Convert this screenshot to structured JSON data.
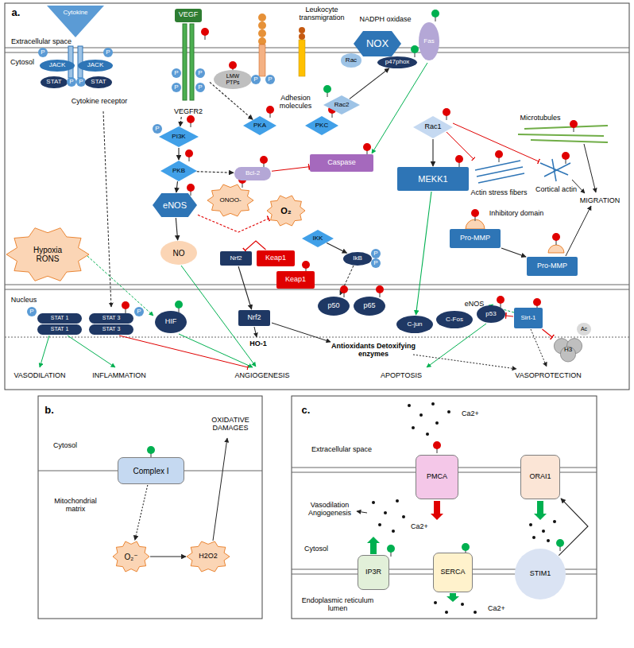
{
  "diagram": {
    "nodes": [
      {
        "text": [
          "Cytokine"
        ]
      },
      {
        "text": [
          "P"
        ]
      },
      {
        "text": [
          "P"
        ]
      },
      {
        "text": [
          "JACK"
        ]
      },
      {
        "text": [
          "JACK"
        ]
      },
      {
        "text": [
          "STAT"
        ]
      },
      {
        "text": [
          "P"
        ]
      },
      {
        "text": [
          "P"
        ]
      },
      {
        "text": [
          "STAT"
        ]
      },
      {
        "text": [
          "VEGF",
          "VEGFR2"
        ]
      },
      {
        "text": [
          "P"
        ]
      },
      {
        "text": [
          "P"
        ]
      },
      {
        "text": [
          "P"
        ]
      },
      {
        "text": [
          "P"
        ]
      },
      {
        "text": [
          "LMW PTPs"
        ]
      },
      {
        "text": [
          "P"
        ]
      },
      {
        "text": [
          "P"
        ]
      },
      {
        "text": [
          "NOX"
        ]
      },
      {
        "text": [
          "Rac"
        ]
      },
      {
        "text": [
          "p47phox"
        ]
      },
      {
        "text": [
          "Fas"
        ]
      },
      {
        "text": [
          "Rac2"
        ]
      },
      {
        "text": [
          "Rac1"
        ]
      },
      {
        "text": [
          "PI3K"
        ]
      },
      {
        "text": [
          "P"
        ]
      },
      {
        "text": [
          "PKA"
        ]
      },
      {
        "text": [
          "PKC"
        ]
      },
      {
        "text": [
          "PKB"
        ]
      },
      {
        "text": [
          "Bcl-2"
        ]
      },
      {
        "text": [
          "Caspase"
        ]
      },
      {
        "text": [
          "MEKK1"
        ]
      },
      {
        "text": [
          "ONOO-"
        ]
      },
      {
        "text": [
          "eNOS"
        ]
      },
      {
        "text": [
          "O₂"
        ]
      },
      {
        "text": [
          "NO"
        ]
      },
      {
        "text": [
          "Hypoxia RONS"
        ]
      },
      {
        "text": [
          "Pro-MMP"
        ]
      },
      {
        "text": [
          "Pro-MMP"
        ]
      },
      {
        "text": [
          "IKK"
        ]
      },
      {
        "text": [
          "IkB"
        ]
      },
      {
        "text": [
          "P"
        ]
      },
      {
        "text": [
          "P"
        ]
      },
      {
        "text": [
          "Nrf2"
        ]
      },
      {
        "text": [
          "Keap1"
        ]
      },
      {
        "text": [
          "Keap1"
        ]
      },
      {
        "text": [
          "P"
        ]
      },
      {
        "text": [
          "STAT 1"
        ]
      },
      {
        "text": [
          "STAT 3"
        ]
      },
      {
        "text": [
          "P"
        ]
      },
      {
        "text": [
          "STAT 1"
        ]
      },
      {
        "text": [
          "STAT 3"
        ]
      },
      {
        "text": [
          "HIF"
        ]
      },
      {
        "text": [
          "Nrf2"
        ]
      },
      {
        "text": [
          "p50"
        ]
      },
      {
        "text": [
          "p65"
        ]
      },
      {
        "text": [
          "C-jun"
        ]
      },
      {
        "text": [
          "C-Fos"
        ]
      },
      {
        "text": [
          "p53"
        ]
      },
      {
        "text": [
          "Sirt-1"
        ]
      },
      {
        "text": [
          "Ac"
        ]
      },
      {
        "text": [
          "H3"
        ]
      },
      {
        "text": [
          "Complex I"
        ]
      },
      {
        "text": [
          "O₂⁻"
        ]
      },
      {
        "text": [
          "H2O2"
        ]
      },
      {
        "text": [
          "PMCA"
        ]
      },
      {
        "text": [
          "ORAI1"
        ]
      },
      {
        "text": [
          "IP3R"
        ]
      },
      {
        "text": [
          "SERCA"
        ]
      },
      {
        "text": [
          "STIM1"
        ]
      }
    ],
    "edges": [
      {
        "from": 9,
        "to": 23,
        "arrow": "to"
      },
      {
        "from": 9,
        "to": 25,
        "arrow": "to"
      },
      {
        "from": 23,
        "to": 27,
        "arrow": "to"
      },
      {
        "from": 27,
        "to": 32,
        "arrow": "to"
      },
      {
        "from": 32,
        "to": 34,
        "arrow": "to"
      },
      {
        "from": 32,
        "to": 33,
        "arrow": "to"
      },
      {
        "from": 27,
        "to": 28,
        "arrow": "to"
      },
      {
        "from": 28,
        "to": 29,
        "arrow": "to"
      },
      {
        "from": 21,
        "to": 19,
        "arrow": "to"
      },
      {
        "from": 22,
        "to": 30,
        "arrow": "to"
      },
      {
        "from": 38,
        "to": 39,
        "arrow": "to"
      },
      {
        "from": 42,
        "to": 52,
        "arrow": "to"
      },
      {
        "from": 43,
        "to": 42,
        "arrow": "to"
      },
      {
        "from": 30,
        "to": 55,
        "arrow": "to"
      },
      {
        "from": 58,
        "to": 57,
        "arrow": "to"
      },
      {
        "from": 58,
        "to": 60,
        "arrow": "to"
      },
      {
        "from": 36,
        "to": 37,
        "arrow": "to"
      },
      {
        "from": 61,
        "to": 62,
        "arrow": "to"
      },
      {
        "from": 62,
        "to": 63,
        "arrow": "to"
      },
      {
        "from": 68,
        "to": 65,
        "arrow": "to"
      }
    ],
    "labels": [
      "a.",
      "Extracellular space",
      "Cytosol",
      "Cytokine receptor",
      "Leukocyte transmigration",
      "NADPH oxidase",
      "Adhesion molecules",
      "Microtubules",
      "Actin stress fibers",
      "Cortical actin",
      "MIGRATION",
      "Inhibitory domain",
      "eNOS",
      "Nucleus",
      "HO-1",
      "Antioxidants Detoxifying enzymes",
      "VASODILATION",
      "INFLAMMATION",
      "ANGIOGENESIS",
      "APOPTOSIS",
      "VASOPROTECTION",
      "b.",
      "Cytosol",
      "Mitochondrial matrix",
      "OXIDATIVE DAMAGES",
      "c.",
      "Extracellular space",
      "Ca2+",
      "Vasodilation Angiogenesis",
      "Ca2+",
      "Cytosol",
      "Endoplasmic reticulum lumen",
      "Ca2+"
    ]
  }
}
